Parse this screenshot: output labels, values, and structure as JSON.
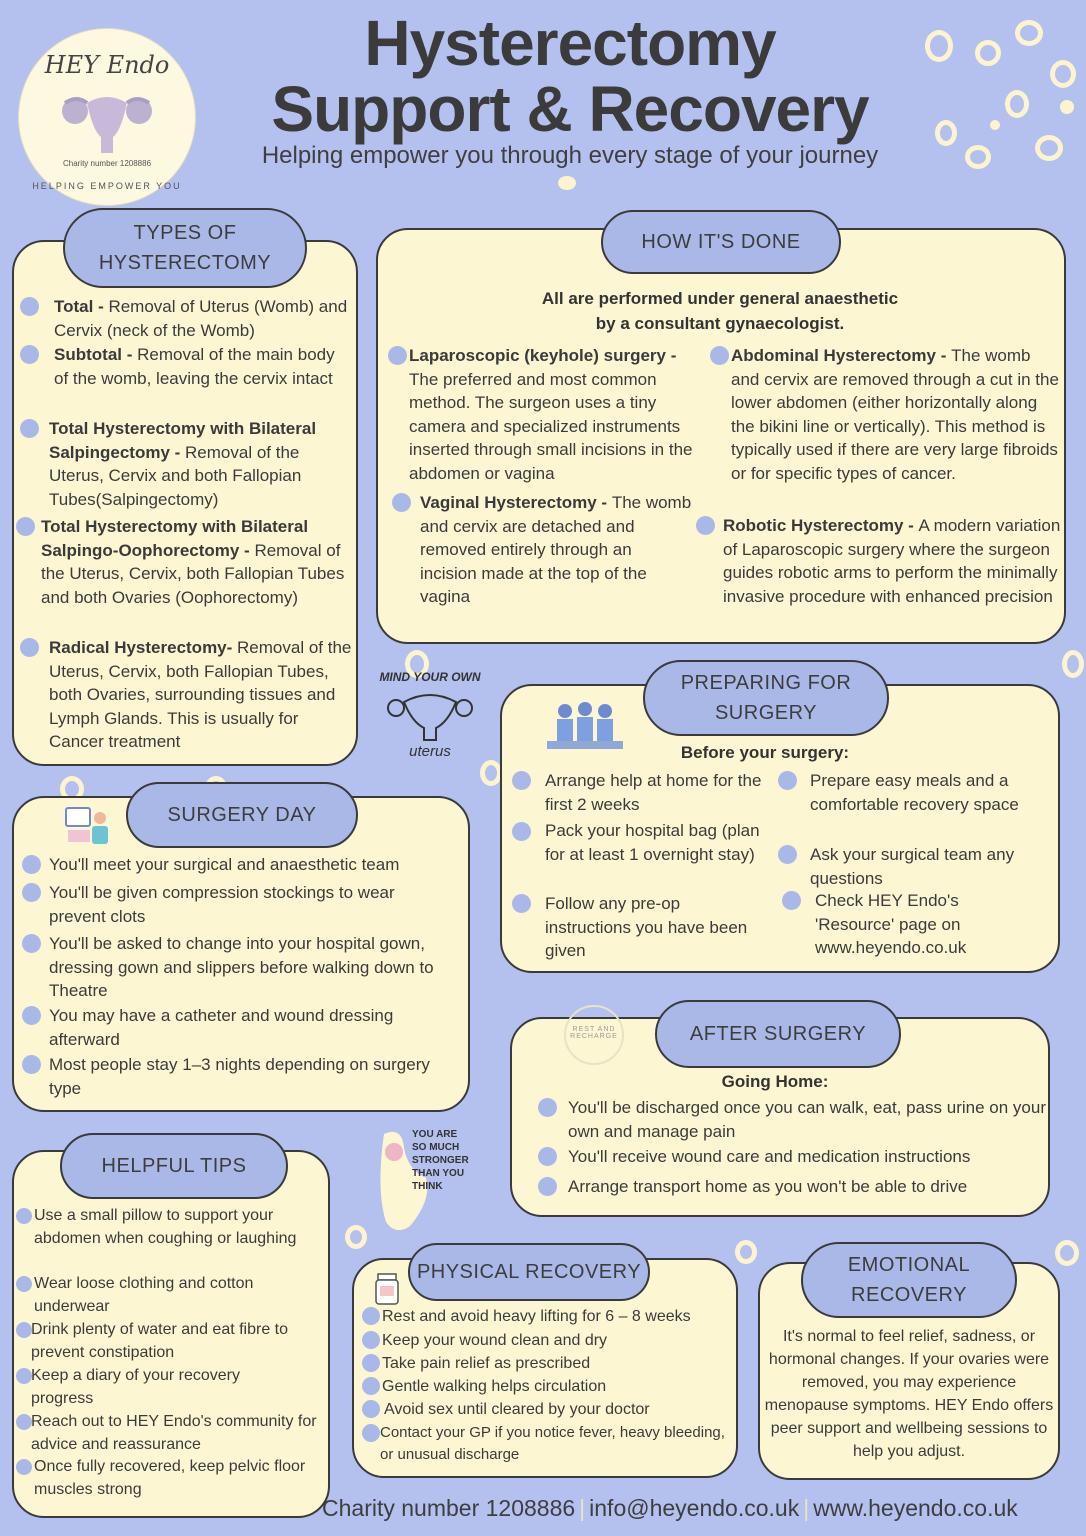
{
  "header": {
    "title_line1": "Hysterectomy",
    "title_line2": "Support & Recovery",
    "subtitle": "Helping empower you through every stage of your journey"
  },
  "logo": {
    "name": "HEY Endo",
    "ring_text": "HELPING EMPOWER YOU",
    "charity": "Charity number 1208886"
  },
  "types": {
    "heading_line1": "TYPES OF",
    "heading_line2": "HYSTERECTOMY",
    "items": [
      {
        "bold": "Total - ",
        "text": "Removal of Uterus (Womb) and Cervix (neck of the Womb)"
      },
      {
        "bold": "Subtotal - ",
        "text": "Removal of the main body of the womb, leaving the cervix intact"
      },
      {
        "bold": "Total Hysterectomy with Bilateral Salpingectomy - ",
        "text": "Removal of the Uterus, Cervix and both Fallopian Tubes(Salpingectomy)"
      },
      {
        "bold": "Total Hysterectomy with Bilateral Salpingo-Oophorectomy - ",
        "text": "Removal of the Uterus, Cervix, both Fallopian Tubes and both Ovaries (Oophorectomy)"
      },
      {
        "bold": "Radical Hysterectomy- ",
        "text": "Removal of the Uterus, Cervix, both Fallopian Tubes, both Ovaries, surrounding tissues and Lymph Glands. This is usually for Cancer treatment"
      }
    ]
  },
  "how": {
    "heading": "HOW IT'S DONE",
    "intro_line1": "All are performed under general anaesthetic",
    "intro_line2": "by a consultant gynaecologist.",
    "items": [
      {
        "bold": "Laparoscopic (keyhole) surgery - ",
        "text": "The preferred and most common method. The surgeon uses a tiny camera and specialized instruments inserted through small incisions in the abdomen or vagina"
      },
      {
        "bold": "Vaginal Hysterectomy - ",
        "text": "The womb and cervix are detached and removed entirely through an incision made at the top of the vagina"
      },
      {
        "bold": "Abdominal Hysterectomy - ",
        "text": "The womb and cervix are removed through a cut in the lower abdomen (either horizontally along the bikini line or vertically). This method is typically used if there are very large fibroids or for specific types of cancer."
      },
      {
        "bold": "Robotic Hysterectomy - ",
        "text": "A modern variation of Laparoscopic surgery where the surgeon guides robotic arms to perform the minimally invasive procedure with enhanced precision"
      }
    ]
  },
  "sticker1": {
    "line1": "MIND YOUR OWN",
    "line2": "uterus"
  },
  "preparing": {
    "heading_line1": "PREPARING FOR",
    "heading_line2": "SURGERY",
    "subheading": "Before your surgery:",
    "items": [
      "Arrange help at home for the first 2 weeks",
      "Pack your hospital bag (plan for at least 1 overnight stay)",
      "Follow any pre-op instructions you have been given",
      "Prepare easy meals and a comfortable recovery space",
      "Ask your surgical team any questions",
      "Check HEY Endo's 'Resource' page on www.heyendo.co.uk"
    ]
  },
  "surgery_day": {
    "heading": "SURGERY DAY",
    "items": [
      "You'll meet your surgical and anaesthetic team",
      "You'll be given compression stockings to wear prevent clots",
      "You'll be asked to change into your hospital gown, dressing gown and slippers before walking down to Theatre",
      "You may have a catheter and wound dressing afterward",
      "Most people stay 1–3 nights depending on surgery type"
    ]
  },
  "after": {
    "heading": "AFTER SURGERY",
    "subheading": "Going Home:",
    "stamp": "REST AND RECHARGE",
    "items": [
      "You'll be discharged once you can walk, eat, pass urine on your own and manage pain",
      "You'll receive wound care and medication instructions",
      "Arrange transport home as you won't be able to drive"
    ]
  },
  "sticker2": {
    "line1": "YOU ARE",
    "line2": "SO MUCH",
    "line3": "STRONGER",
    "line4": "THAN YOU",
    "line5": "THINK"
  },
  "tips": {
    "heading": "HELPFUL TIPS",
    "items": [
      "Use a small pillow to support your abdomen when coughing or laughing",
      "Wear loose clothing and cotton underwear",
      "Drink plenty of water and eat fibre to prevent constipation",
      "Keep a diary of your recovery progress",
      "Reach out to HEY Endo's community for advice and reassurance",
      "Once fully recovered, keep pelvic floor muscles strong"
    ]
  },
  "physical": {
    "heading": "PHYSICAL RECOVERY",
    "items": [
      "Rest and avoid heavy lifting for 6 – 8 weeks",
      "Keep your wound clean and dry",
      "Take pain relief as prescribed",
      "Gentle walking helps circulation",
      "Avoid sex until cleared by your doctor",
      "Contact your GP if you notice fever, heavy bleeding, or unusual discharge"
    ]
  },
  "emotional": {
    "heading_line1": "EMOTIONAL",
    "heading_line2": "RECOVERY",
    "text": "It's normal to feel relief, sadness, or hormonal changes. If your ovaries were removed, you may experience menopause symptoms. HEY Endo offers peer support and wellbeing sessions to help you adjust."
  },
  "footer": {
    "charity": "Charity number 1208886",
    "email": "info@heyendo.co.uk",
    "web": "www.heyendo.co.uk"
  },
  "colors": {
    "background": "#b4c1ef",
    "panel": "#fdf6d3",
    "pill": "#aab8e8",
    "dot": "#aab8e8"
  }
}
